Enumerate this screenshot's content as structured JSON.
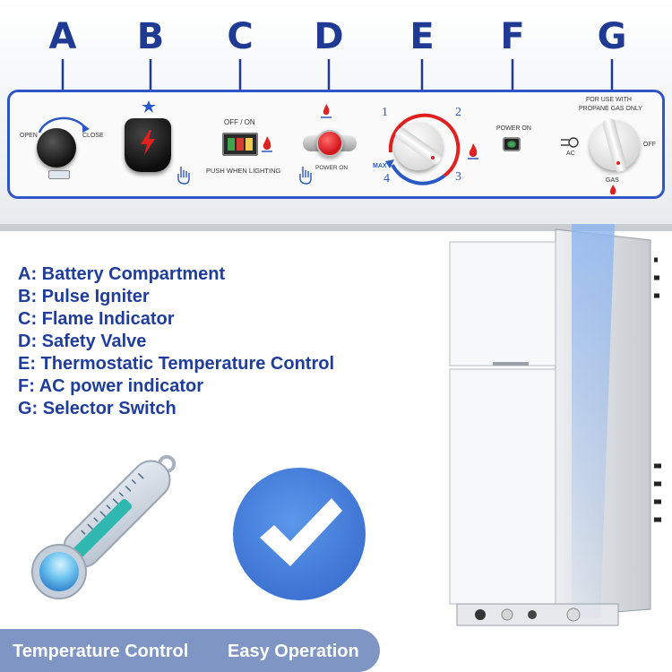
{
  "panel": {
    "letters": [
      "A",
      "B",
      "C",
      "D",
      "E",
      "F",
      "G"
    ],
    "battery": {
      "open": "OPEN",
      "close": "CLOSE"
    },
    "flame": {
      "off_on": "OFF / ON",
      "push_when_lighting": "PUSH  WHEN  LIGHTING"
    },
    "safety": {
      "power_on": "POWER ON"
    },
    "thermostat": {
      "n1": "1",
      "n2": "2",
      "n3": "3",
      "n4": "4",
      "max": "MAX"
    },
    "ac_indicator": {
      "power_on": "POWER ON"
    },
    "selector": {
      "warning_line1": "FOR USE WITH",
      "warning_line2": "PROPANE GAS ONLY",
      "ac": "AC",
      "off": "OFF",
      "gas": "GAS"
    }
  },
  "labels": [
    "A: Battery Compartment",
    "B: Pulse Igniter",
    "C: Flame Indicator",
    "D: Safety Valve",
    "E: Thermostatic Temperature Control",
    "F: AC power indicator",
    "G: Selector Switch"
  ],
  "bottom": {
    "temperature_control": "Temperature Control",
    "easy_operation": "Easy Operation"
  },
  "colors": {
    "brand_blue": "#1f3d9b",
    "panel_border": "#2f55c7",
    "check_circle": "#4a86e0",
    "bar": "#7f95c3",
    "red": "#e0211f"
  }
}
